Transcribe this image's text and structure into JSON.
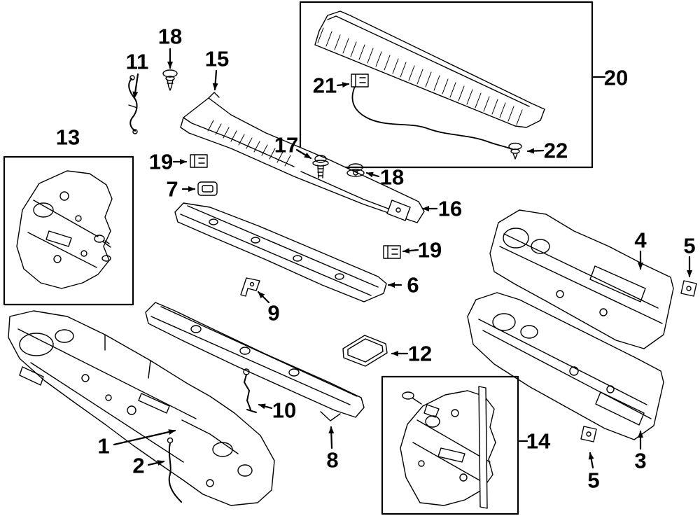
{
  "figure": {
    "kind": "exploded-parts-diagram",
    "background": "#ffffff",
    "line_color": "#000000",
    "callout_color": "#000000"
  },
  "callouts": [
    {
      "label": "18"
    },
    {
      "label": "11"
    },
    {
      "label": "15"
    },
    {
      "label": "21"
    },
    {
      "label": "20"
    },
    {
      "label": "13"
    },
    {
      "label": "19"
    },
    {
      "label": "17"
    },
    {
      "label": "18"
    },
    {
      "label": "22"
    },
    {
      "label": "7"
    },
    {
      "label": "16"
    },
    {
      "label": "19"
    },
    {
      "label": "4"
    },
    {
      "label": "5"
    },
    {
      "label": "6"
    },
    {
      "label": "9"
    },
    {
      "label": "12"
    },
    {
      "label": "10"
    },
    {
      "label": "1"
    },
    {
      "label": "2"
    },
    {
      "label": "8"
    },
    {
      "label": "14"
    },
    {
      "label": "3"
    },
    {
      "label": "5"
    }
  ]
}
